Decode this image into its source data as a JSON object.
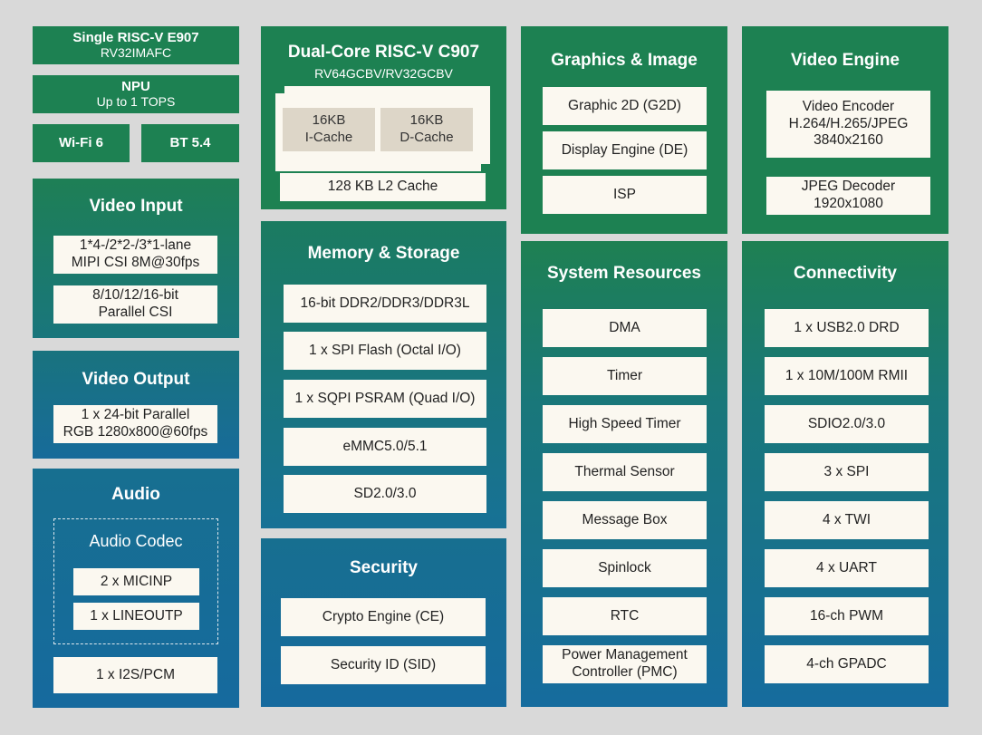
{
  "e907": {
    "title": "Single RISC-V E907",
    "sub": "RV32IMAFC"
  },
  "npu": {
    "title": "NPU",
    "sub": "Up to 1 TOPS"
  },
  "wifi": "Wi-Fi 6",
  "bt": "BT 5.4",
  "video_input": {
    "title": "Video Input",
    "items": [
      "1*4-/2*2-/3*1-lane\nMIPI CSI 8M@30fps",
      "8/10/12/16-bit\nParallel CSI"
    ]
  },
  "video_output": {
    "title": "Video Output",
    "items": [
      "1 x 24-bit Parallel\nRGB 1280x800@60fps"
    ]
  },
  "audio": {
    "title": "Audio",
    "codec_title": "Audio Codec",
    "codec_items": [
      "2 x MICINP",
      "1 x LINEOUTP"
    ],
    "items": [
      "1 x I2S/PCM"
    ]
  },
  "c907": {
    "title": "Dual-Core RISC-V C907",
    "sub": "RV64GCBV/RV32GCBV",
    "icache": "16KB\nI-Cache",
    "dcache": "16KB\nD-Cache",
    "l2": "128 KB L2 Cache"
  },
  "memory": {
    "title": "Memory & Storage",
    "items": [
      "16-bit DDR2/DDR3/DDR3L",
      "1 x SPI Flash (Octal I/O)",
      "1 x SQPI PSRAM (Quad I/O)",
      "eMMC5.0/5.1",
      "SD2.0/3.0"
    ]
  },
  "security": {
    "title": "Security",
    "items": [
      "Crypto Engine (CE)",
      "Security ID (SID)"
    ]
  },
  "graphics": {
    "title": "Graphics & Image",
    "items": [
      "Graphic 2D (G2D)",
      "Display Engine (DE)",
      "ISP"
    ]
  },
  "system": {
    "title": "System Resources",
    "items": [
      "DMA",
      "Timer",
      "High Speed Timer",
      "Thermal Sensor",
      "Message Box",
      "Spinlock",
      "RTC",
      "Power Management\nController (PMC)"
    ]
  },
  "video_engine": {
    "title": "Video Engine",
    "items": [
      "Video Encoder\nH.264/H.265/JPEG\n3840x2160",
      "JPEG Decoder\n1920x1080"
    ]
  },
  "connectivity": {
    "title": "Connectivity",
    "items": [
      "1 x USB2.0 DRD",
      "1 x 10M/100M RMII",
      "SDIO2.0/3.0",
      "3 x SPI",
      "4 x TWI",
      "4 x UART",
      "16-ch PWM",
      "4-ch GPADC"
    ]
  }
}
